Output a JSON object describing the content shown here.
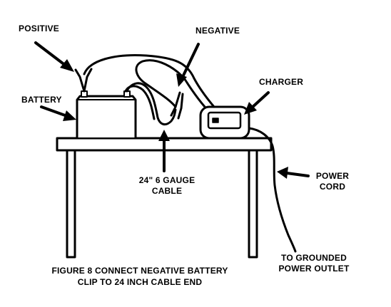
{
  "labels": {
    "positive": "POSITIVE",
    "negative": "NEGATIVE",
    "battery": "BATTERY",
    "charger": "CHARGER",
    "cable_line1": "24\" 6 GAUGE",
    "cable_line2": "CABLE",
    "power_cord_line1": "POWER",
    "power_cord_line2": "CORD",
    "outlet_line1": "TO GROUNDED",
    "outlet_line2": "POWER OUTLET"
  },
  "caption": {
    "line1": "FIGURE 8  CONNECT NEGATIVE BATTERY",
    "line2": "CLIP TO 24 INCH CABLE END"
  }
}
